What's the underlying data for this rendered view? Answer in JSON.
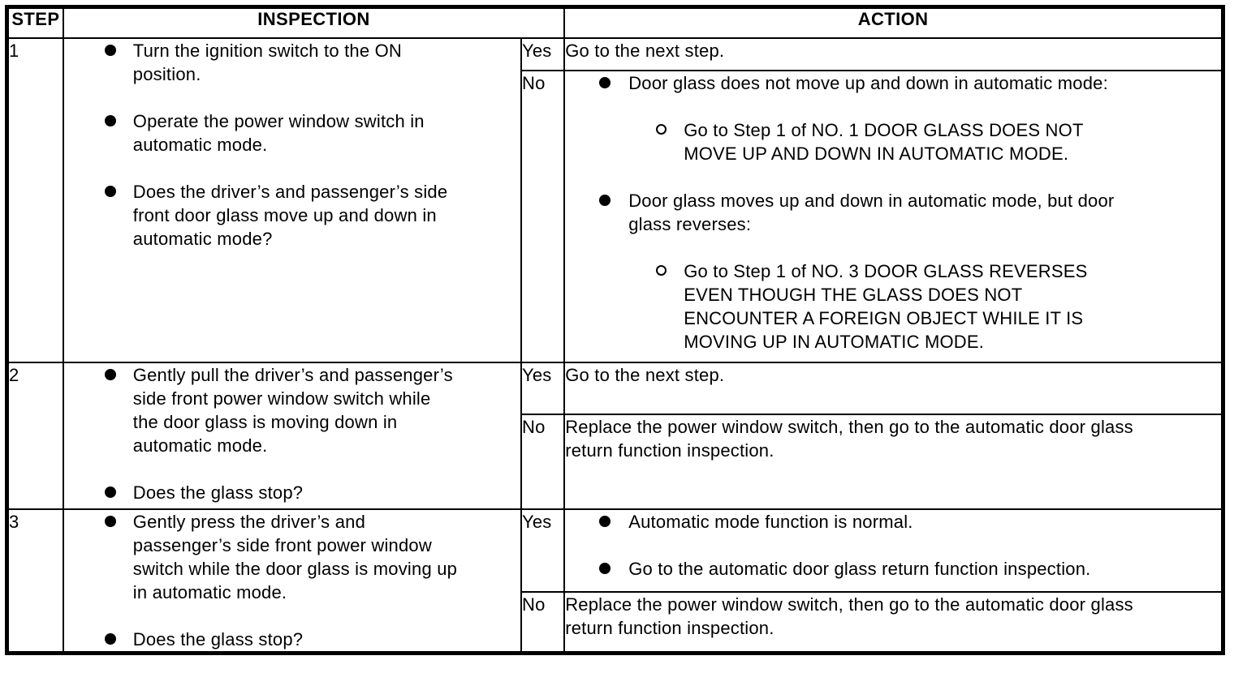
{
  "header": {
    "step": "STEP",
    "inspection": "INSPECTION",
    "action": "ACTION"
  },
  "icons": {
    "bullet": "filled-circle-bullet",
    "sub_bullet": "hollow-circle-bullet"
  },
  "rows": [
    {
      "step": "1",
      "yes_label": "Yes",
      "no_label": "No",
      "inspection": [
        {
          "level": 1,
          "text": "Turn the ignition switch to the ON\nposition."
        },
        {
          "level": 1,
          "text": "Operate the power window switch in\nautomatic mode."
        },
        {
          "level": 1,
          "text": "Does the driver’s and passenger’s side\nfront door glass move up and down in\nautomatic mode?"
        }
      ],
      "yes_action": {
        "text": "Go to the next step."
      },
      "no_action": {
        "bullets": [
          {
            "level": 1,
            "text": "Door glass does not move up and down in automatic mode:"
          },
          {
            "level": 2,
            "text": "Go to Step 1 of NO. 1 DOOR GLASS DOES NOT\nMOVE UP AND DOWN IN AUTOMATIC MODE."
          },
          {
            "level": 1,
            "text": "Door glass moves up and down in automatic mode, but door\nglass reverses:"
          },
          {
            "level": 2,
            "text": "Go to Step 1 of NO. 3 DOOR GLASS REVERSES\nEVEN THOUGH THE GLASS DOES NOT\nENCOUNTER A FOREIGN OBJECT WHILE IT IS\nMOVING UP IN AUTOMATIC MODE."
          }
        ]
      }
    },
    {
      "step": "2",
      "yes_label": "Yes",
      "no_label": "No",
      "inspection": [
        {
          "level": 1,
          "text": "Gently pull the driver’s and passenger’s\nside front power window switch while\nthe door glass is moving down in\nautomatic mode."
        },
        {
          "level": 1,
          "text": "Does the glass stop?"
        }
      ],
      "yes_action": {
        "text": "Go to the next step."
      },
      "no_action": {
        "text": "Replace the power window switch, then go to the automatic door glass\nreturn function inspection."
      }
    },
    {
      "step": "3",
      "yes_label": "Yes",
      "no_label": "No",
      "inspection": [
        {
          "level": 1,
          "text": "Gently press the driver’s and\npassenger’s side front power window\nswitch while the door glass is moving up\nin automatic mode."
        },
        {
          "level": 1,
          "text": "Does the glass stop?"
        }
      ],
      "yes_action": {
        "bullets": [
          {
            "level": 1,
            "text": "Automatic mode function is normal."
          },
          {
            "level": 1,
            "text": "Go to the automatic door glass return function inspection."
          }
        ]
      },
      "no_action": {
        "text": "Replace the power window switch, then go to the automatic door glass\nreturn function inspection."
      }
    }
  ]
}
